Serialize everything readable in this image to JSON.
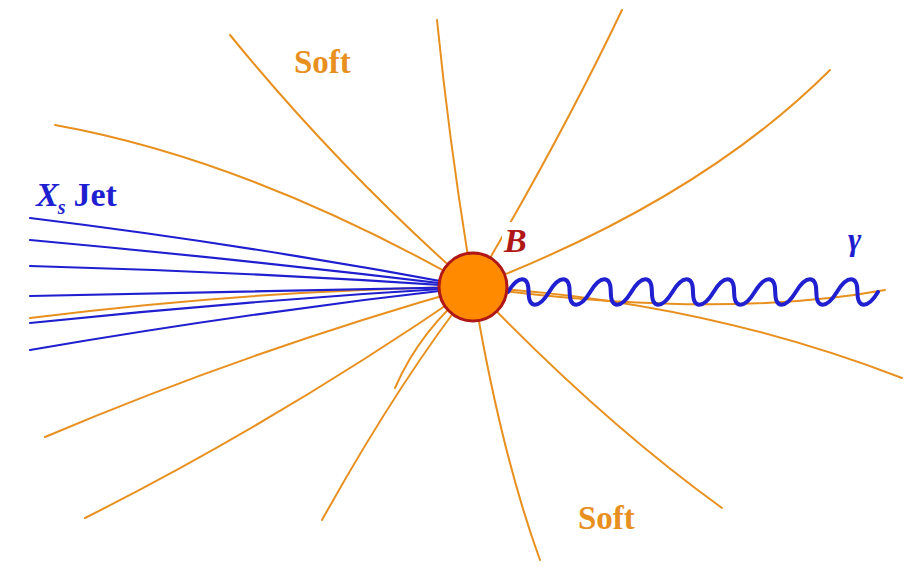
{
  "diagram": {
    "nodes": [
      {
        "text": [
          "B"
        ]
      }
    ],
    "labels": [
      "Soft",
      "X",
      "s",
      "Jet",
      "γ",
      "Soft"
    ]
  }
}
